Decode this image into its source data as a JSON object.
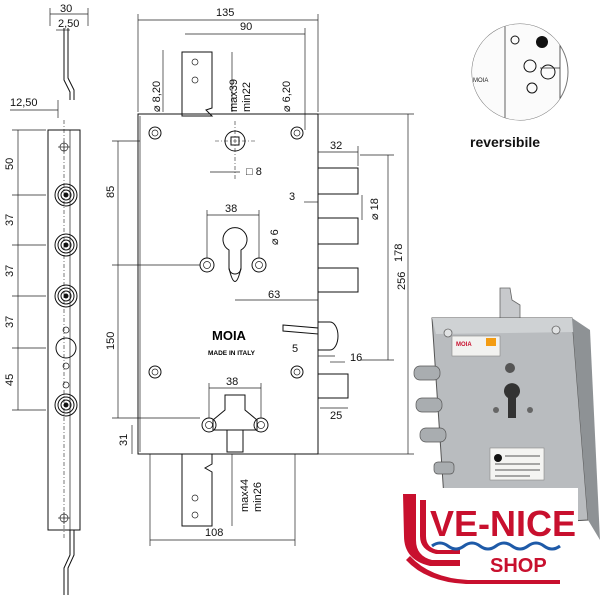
{
  "side_view": {
    "dims": [
      "30",
      "2,50",
      "12,50",
      "50",
      "37",
      "37",
      "37",
      "45"
    ]
  },
  "front_view": {
    "dims": {
      "width_total": "135",
      "width_upper": "90",
      "hole_top": "⌀ 8,20",
      "strike_top": "max39\nmin22",
      "hole_right": "⌀ 6,20",
      "bolt_depth": "32",
      "square": "□ 8",
      "height_85": "85",
      "gap_3": "3",
      "cyl_38_upper": "38",
      "hole_6": "⌀ 6",
      "bolt_dia": "⌀ 18",
      "height_178": "178",
      "height_256": "256",
      "offset_63": "63",
      "height_150": "150",
      "latch_5": "5",
      "latch_16": "16",
      "cyl_38_lower": "38",
      "deadbolt_25": "25",
      "bottom_31": "31",
      "strike_bottom": "max44\nmin26",
      "width_108": "108"
    },
    "brand": "MOIA",
    "made_in": "MADE IN ITALY"
  },
  "reversible_label": "reversibile",
  "inset_brand": "MOIA",
  "photo_brand": "MOIA",
  "logo": {
    "text_main": "VE-NICE",
    "text_sub": "SHOP",
    "color_red": "#c8102e",
    "color_blue": "#1e5aa8"
  },
  "colors": {
    "line": "#111111",
    "plate": "#b9bcbf",
    "background": "#ffffff"
  }
}
